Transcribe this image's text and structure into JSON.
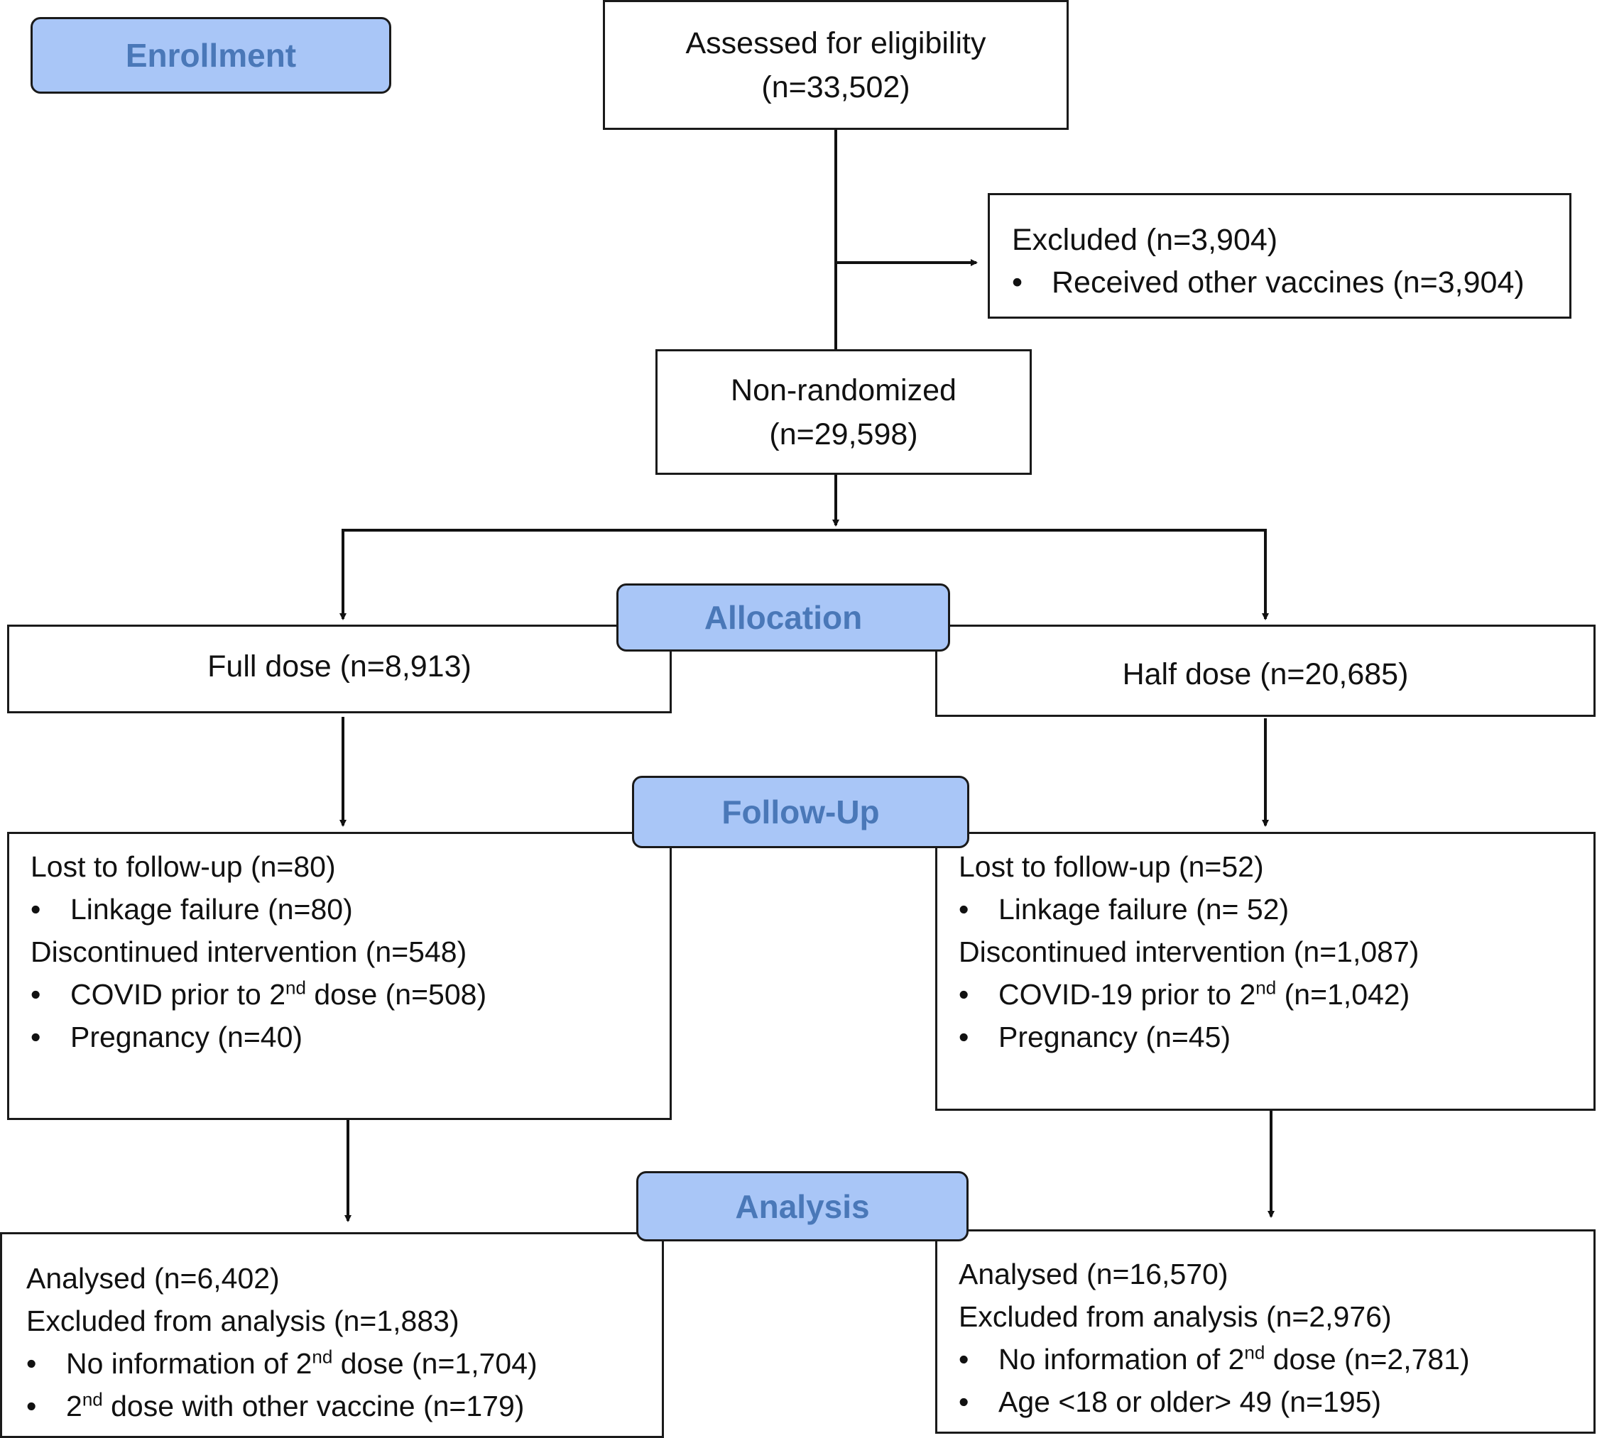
{
  "stages": {
    "enrollment": "Enrollment",
    "allocation": "Allocation",
    "follow_up": "Follow-Up",
    "analysis": "Analysis"
  },
  "assessed": {
    "line1": "Assessed for eligibility",
    "line2": "(n=33,502)"
  },
  "excluded": {
    "title": "Excluded (n=3,904)",
    "bullet": "Received other vaccines (n=3,904)"
  },
  "non_randomized": {
    "line1": "Non-randomized",
    "line2": "(n=29,598)"
  },
  "full_dose": "Full dose (n=8,913)",
  "half_dose": "Half dose (n=20,685)",
  "followup_left": {
    "lost": "Lost to follow-up (n=80)",
    "linkage": "Linkage failure (n=80)",
    "discontinued": "Discontinued intervention (n=548)",
    "covid_pre": "COVID prior  to 2",
    "covid_sup": "nd",
    "covid_post": " dose (n=508)",
    "pregnancy": "Pregnancy (n=40)"
  },
  "followup_right": {
    "lost": "Lost to follow-up (n=52)",
    "linkage": "Linkage failure (n= 52)",
    "discontinued": "Discontinued intervention (n=1,087)",
    "covid_pre": "COVID-19 prior to 2",
    "covid_sup": "nd",
    "covid_post": " (n=1,042)",
    "pregnancy": "Pregnancy (n=45)"
  },
  "analysis_left": {
    "analysed": "Analysed (n=6,402)",
    "excluded": "Excluded from analysis (n=1,883)",
    "noinfo_pre": "No information of 2",
    "noinfo_sup": "nd",
    "noinfo_post": " dose (n=1,704)",
    "other_pre": "2",
    "other_sup": "nd",
    "other_post": " dose with other vaccine (n=179)"
  },
  "analysis_right": {
    "analysed": "Analysed (n=16,570)",
    "excluded": "Excluded from analysis (n=2,976)",
    "noinfo_pre": "No information of 2",
    "noinfo_sup": "nd",
    "noinfo_post": " dose (n=2,781)",
    "age": "Age <18 or older> 49 (n=195)"
  },
  "bullet_glyph": "•"
}
